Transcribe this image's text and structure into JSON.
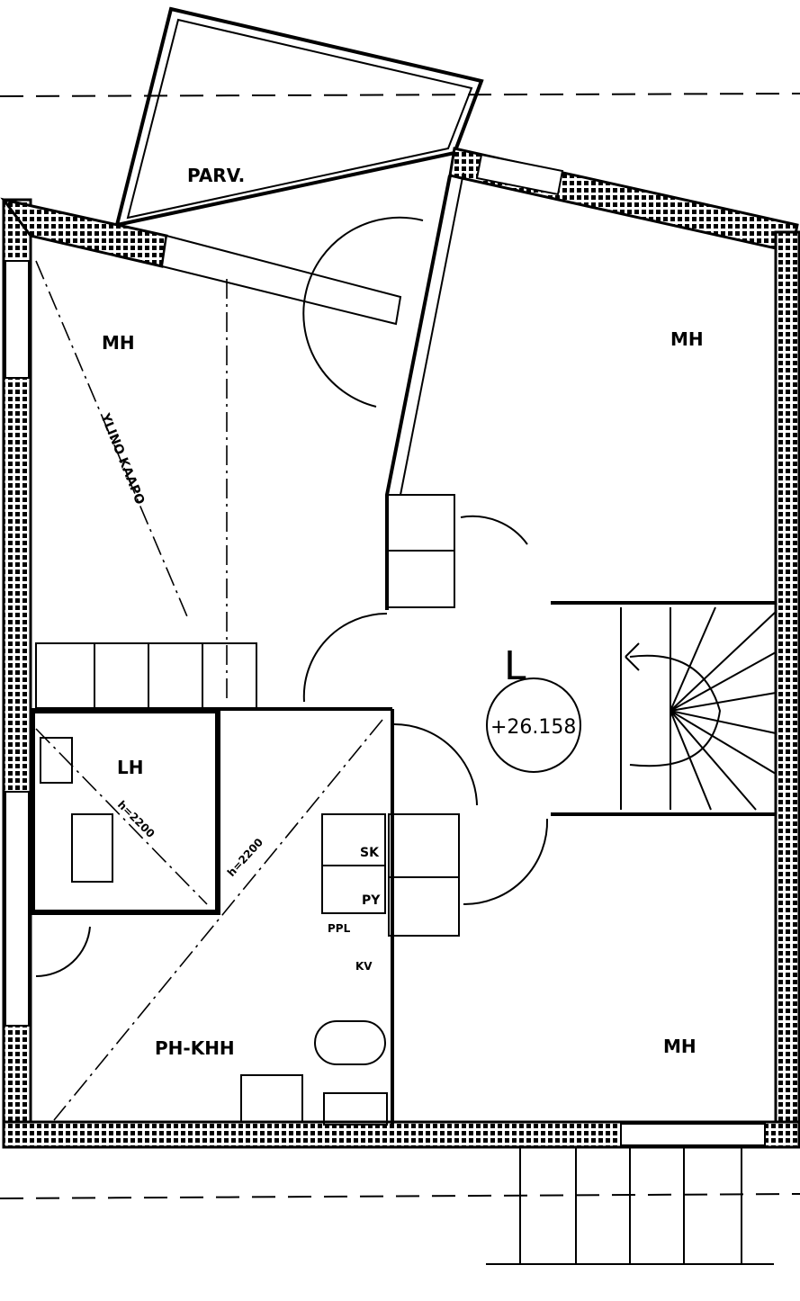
{
  "rooms": {
    "balcony": "PARV.",
    "bedroom_top_left": "MH",
    "bedroom_top_right": "MH",
    "hall": "L",
    "bedroom_bottom_right": "MH",
    "bathroom_sauna": "PH-KHH",
    "linen_closet": "LH"
  },
  "elevation": "+26.158",
  "annotations": {
    "diagonal_top_left": "YLINO KAAPO",
    "height_lh": "h=2200",
    "height_ph": "h=2200",
    "closet_sk": "SK",
    "closet_py": "PY",
    "ppl": "PPL",
    "kv": "KV"
  }
}
